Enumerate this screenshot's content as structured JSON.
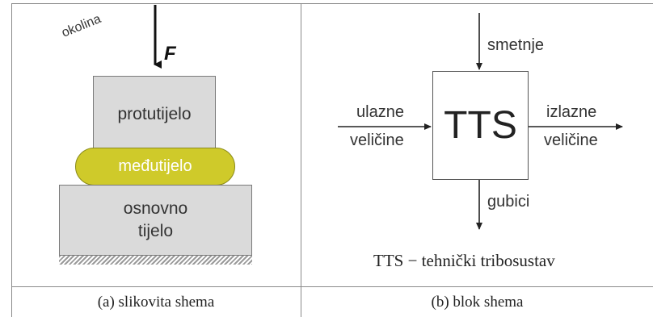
{
  "panel_a": {
    "environment_label": "okolina",
    "force_label": "F",
    "counter_body": "protutijelo",
    "inter_body": "međutijelo",
    "base_body_line1": "osnovno",
    "base_body_line2": "tijelo",
    "caption": "(a) slikovita shema"
  },
  "panel_b": {
    "system_label": "TTS",
    "disturbance_label": "smetnje",
    "loss_label": "gubici",
    "input_line1": "ulazne",
    "input_line2": "veličine",
    "output_line1": "izlazne",
    "output_line2": "veličine",
    "legend": "TTS − tehnički tribosustav",
    "caption": "(b) blok shema"
  }
}
